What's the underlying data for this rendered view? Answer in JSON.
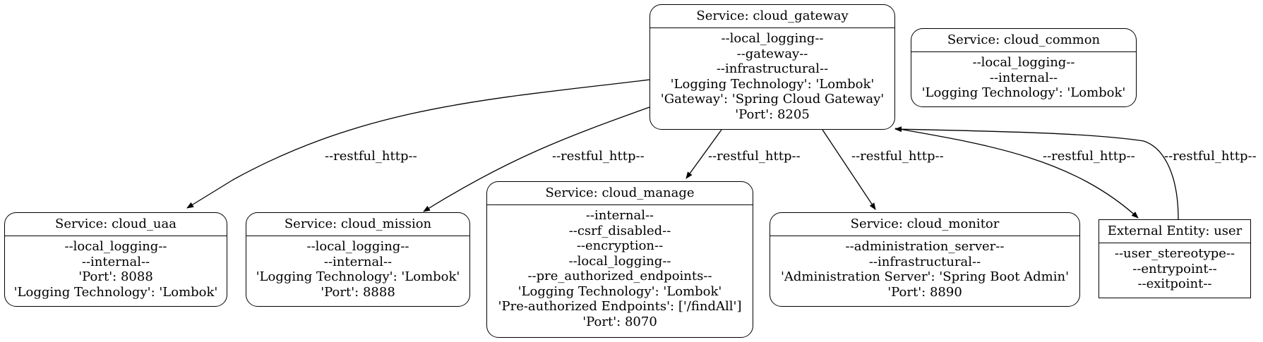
{
  "nodes": {
    "gateway": {
      "title": "Service: cloud_gateway",
      "lines": [
        "--local_logging--",
        "--gateway--",
        "--infrastructural--",
        "'Logging Technology': 'Lombok'",
        "'Gateway': 'Spring Cloud Gateway'",
        "'Port': 8205"
      ]
    },
    "common": {
      "title": "Service: cloud_common",
      "lines": [
        "--local_logging--",
        "--internal--",
        "'Logging Technology': 'Lombok'"
      ]
    },
    "uaa": {
      "title": "Service: cloud_uaa",
      "lines": [
        "--local_logging--",
        "--internal--",
        "'Port': 8088",
        "'Logging Technology': 'Lombok'"
      ]
    },
    "mission": {
      "title": "Service: cloud_mission",
      "lines": [
        "--local_logging--",
        "--internal--",
        "'Logging Technology': 'Lombok'",
        "'Port': 8888"
      ]
    },
    "manage": {
      "title": "Service: cloud_manage",
      "lines": [
        "--internal--",
        "--csrf_disabled--",
        "--encryption--",
        "--local_logging--",
        "--pre_authorized_endpoints--",
        "'Logging Technology': 'Lombok'",
        "'Pre-authorized Endpoints': ['/findAll']",
        "'Port': 8070"
      ]
    },
    "monitor": {
      "title": "Service: cloud_monitor",
      "lines": [
        "--administration_server--",
        "--infrastructural--",
        "'Administration Server': 'Spring Boot Admin'",
        "'Port': 8890"
      ]
    },
    "user": {
      "title": "External Entity: user",
      "lines": [
        "--user_stereotype--",
        "--entrypoint--",
        "--exitpoint--"
      ]
    }
  },
  "edges": [
    {
      "from": "gateway",
      "to": "uaa",
      "label": "--restful_http--"
    },
    {
      "from": "gateway",
      "to": "mission",
      "label": "--restful_http--"
    },
    {
      "from": "gateway",
      "to": "manage",
      "label": "--restful_http--"
    },
    {
      "from": "gateway",
      "to": "monitor",
      "label": "--restful_http--"
    },
    {
      "from": "gateway",
      "to": "user",
      "label": "--restful_http--"
    },
    {
      "from": "user",
      "to": "gateway",
      "label": "--restful_http--"
    }
  ]
}
